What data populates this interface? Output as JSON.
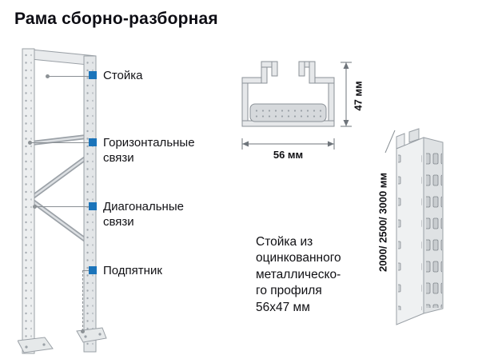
{
  "page": {
    "title": "Рама сборно-разборная"
  },
  "colors": {
    "accent": "#1b74ba"
  },
  "callouts": [
    {
      "label": "Стойка"
    },
    {
      "label": "Горизонтальные связи"
    },
    {
      "label": "Диагональные связи"
    },
    {
      "label": "Подпятник"
    }
  ],
  "cross_section": {
    "width_label": "56 мм",
    "height_label": "47 мм"
  },
  "upright": {
    "length_label": "2000/ 2500/ 3000 мм"
  },
  "description": "Стойка из\nоцинкованного\nметаллическо-\nго профиля\n56х47 мм"
}
